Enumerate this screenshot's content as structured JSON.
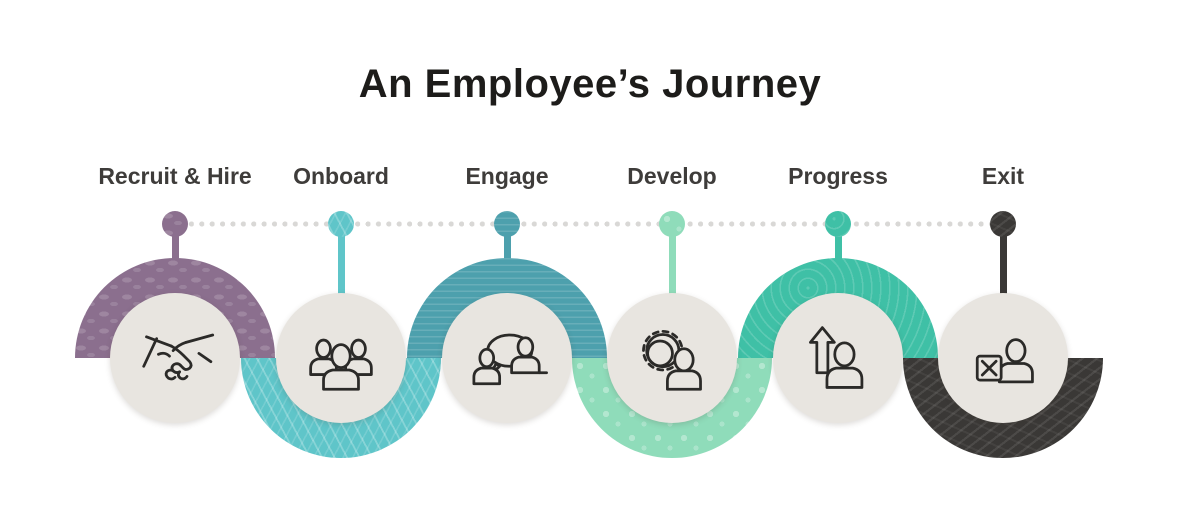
{
  "title": "An Employee’s Journey",
  "timeline": {
    "dotted_line_color": "#d9d8d6"
  },
  "stages": [
    {
      "label": "Recruit & Hire",
      "color": "#8b6f8e",
      "icon": "handshake-icon",
      "shape": "dome"
    },
    {
      "label": "Onboard",
      "color": "#5fc5c9",
      "icon": "team-icon",
      "shape": "bowl"
    },
    {
      "label": "Engage",
      "color": "#4da0ad",
      "icon": "conversation-icon",
      "shape": "dome"
    },
    {
      "label": "Develop",
      "color": "#8fdcba",
      "icon": "gear-person-icon",
      "shape": "bowl"
    },
    {
      "label": "Progress",
      "color": "#3fc0a6",
      "icon": "growth-arrow-icon",
      "shape": "dome"
    },
    {
      "label": "Exit",
      "color": "#3a3836",
      "icon": "exit-person-icon",
      "shape": "bowl"
    }
  ],
  "colors": {
    "background": "#ffffff",
    "circle_fill": "#e8e5e0",
    "icon_stroke": "#2b2a28",
    "label_text": "#3e3c3a",
    "title_text": "#1d1c1a"
  }
}
